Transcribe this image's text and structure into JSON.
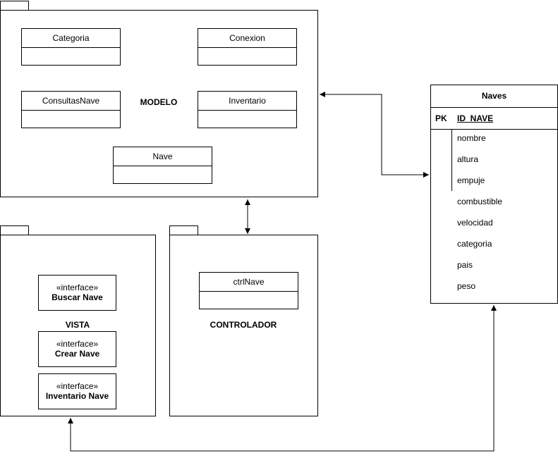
{
  "packages": {
    "modelo": {
      "label": "MODELO",
      "classes": [
        "Categoria",
        "Conexion",
        "ConsultasNave",
        "Inventario",
        "Nave"
      ]
    },
    "vista": {
      "label": "VISTA",
      "interfaces": [
        {
          "stereotype": "«interface»",
          "name": "Buscar Nave"
        },
        {
          "stereotype": "«interface»",
          "name": "Crear Nave"
        },
        {
          "stereotype": "«interface»",
          "name": "Inventario Nave"
        }
      ]
    },
    "controlador": {
      "label": "CONTROLADOR",
      "classes": [
        "ctrlNave"
      ]
    }
  },
  "table": {
    "title": "Naves",
    "pk_label": "PK",
    "pk_field": "ID_NAVE",
    "fields": [
      "nombre",
      "altura",
      "empuje",
      "combustible",
      "velocidad",
      "categoria",
      "pais",
      "peso"
    ]
  }
}
